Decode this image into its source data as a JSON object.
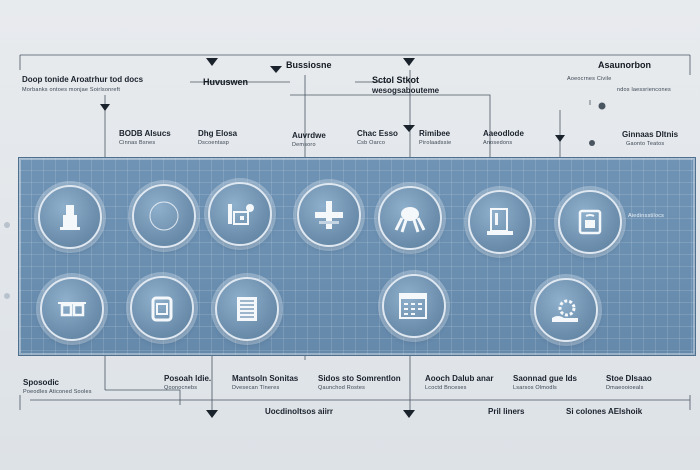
{
  "top_headers": {
    "left_label": "Doop tonide Aroatrhur tod docs",
    "left_sub": "Morbanks ontoes monjae Soirlsonreft",
    "center_a": "Huvuswen",
    "center_b": "Bussiosne",
    "center_c": "Sctol Stkot",
    "center_c2": "wesogsabouteme",
    "right_label": "Asaunorbon",
    "right_sub_a": "Aoeocrnes Civile",
    "right_sub_b": "ndos laessriencones"
  },
  "mid_labels": [
    {
      "title": "BODB AIsucs",
      "sub": "Cinnas Bsnes"
    },
    {
      "title": "Dhg Elosa",
      "sub": "Dscoentasp"
    },
    {
      "title": "Auvrdwe",
      "sub": "Demsoro"
    },
    {
      "title": "Chac Esso",
      "sub": "Csb Oarco"
    },
    {
      "title": "Rimibee",
      "sub": "Pirolaadssie"
    },
    {
      "title": "Aaeodlode",
      "sub": "Anosedons"
    },
    {
      "title": "Ginnaas Dltnis",
      "sub": "Gaonto Teatos"
    }
  ],
  "right_side_label": "Aiedinsstilocs",
  "bottom_labels": [
    {
      "title": "Sposodic",
      "sub": "Poeodles Aticoned Sooles"
    },
    {
      "title": "Posoah ldie.",
      "sub": "Qoonocnebs"
    },
    {
      "title": "Mantsoln Sonitas",
      "sub": "Dvesecan Tlneres"
    },
    {
      "title": "Sidos sto Somrentlon",
      "sub": "Qaunchod Rostes"
    },
    {
      "title": "Aooch Dalub anar",
      "sub": "Lcoctd Bnceses"
    },
    {
      "title": "Saonnad gue Ids",
      "sub": "Lsarsos Olmodls"
    },
    {
      "title": "Stoe Dlsaao",
      "sub": "Dmaeooioeals"
    }
  ],
  "footer_labels": {
    "a": "Uocdinoltsos aiirr",
    "b": "Pril liners",
    "c": "Si colones AElshoik"
  },
  "nodes_top": [
    {
      "icon": "person-icon"
    },
    {
      "icon": "empty-ring-icon"
    },
    {
      "icon": "tools-icon"
    },
    {
      "icon": "cross-icon"
    },
    {
      "icon": "octopus-icon"
    },
    {
      "icon": "document-icon"
    },
    {
      "icon": "device-icon"
    }
  ],
  "nodes_bottom": [
    {
      "icon": "glasses-icon"
    },
    {
      "icon": "padlock-icon"
    },
    {
      "icon": "notebook-icon"
    },
    {
      "icon": "calendar-icon"
    },
    {
      "icon": "gear-hand-icon"
    }
  ]
}
